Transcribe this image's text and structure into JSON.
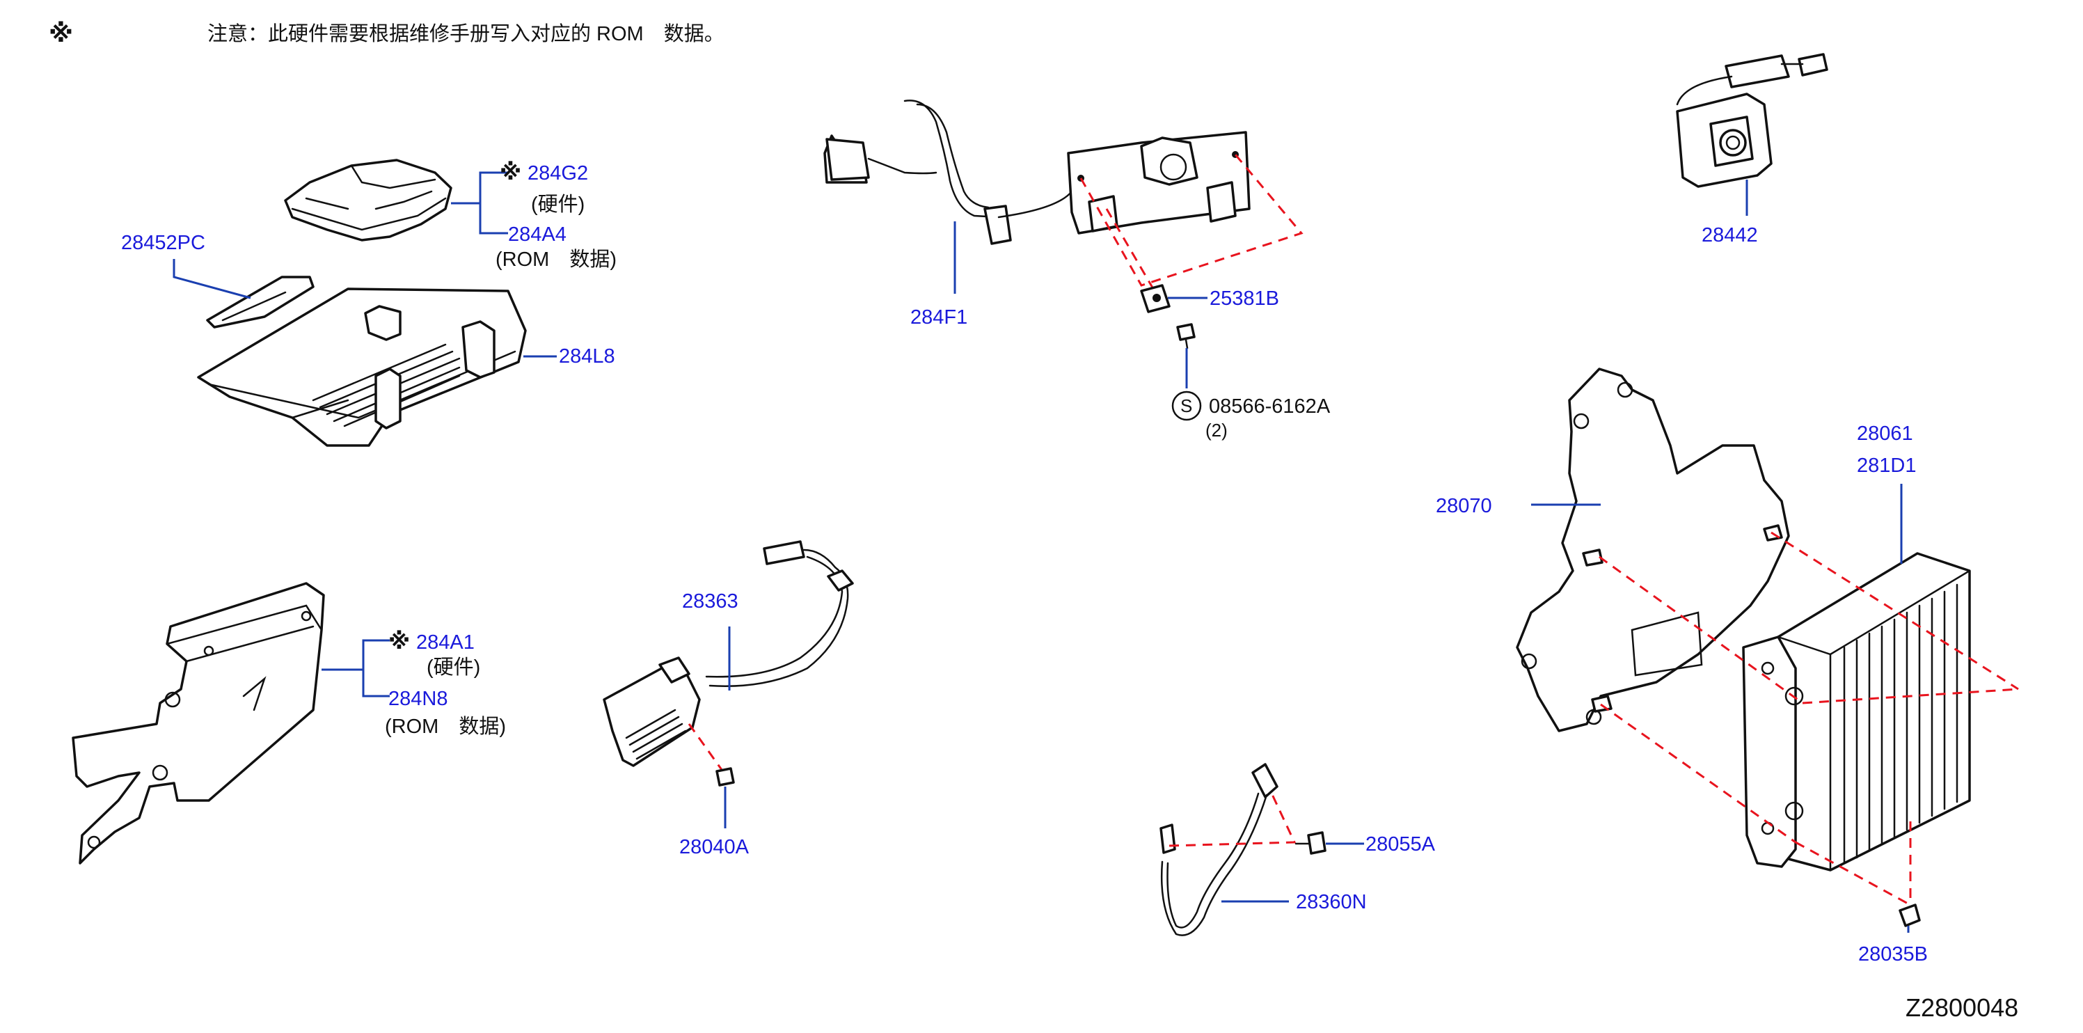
{
  "note": {
    "symbol": "※",
    "text": "注意：此硬件需要根据维修手册写入对应的 ROM　数据。"
  },
  "parts": {
    "p284G2": "284G2",
    "hw": "(硬件)",
    "p284A4": "284A4",
    "rom": "(ROM　数据)",
    "p28452PC": "28452PC",
    "p284L8": "284L8",
    "p284F1": "284F1",
    "p25381B": "25381B",
    "s_circle": "S",
    "p08566": "08566-6162A",
    "qty2": "(2)",
    "p28442": "28442",
    "p28061": "28061",
    "p281D1": "281D1",
    "p28070": "28070",
    "p284A1": "284A1",
    "p284N8": "284N8",
    "p28363": "28363",
    "p28040A": "28040A",
    "p28055A": "28055A",
    "p28360N": "28360N",
    "p28035B": "28035B",
    "mark": "※"
  },
  "diagram_code": "Z2800048",
  "colors": {
    "label": "#1a1adb",
    "leader": "#1a3fb0",
    "dashed_link": "#e8141e",
    "line_art": "#111111"
  }
}
